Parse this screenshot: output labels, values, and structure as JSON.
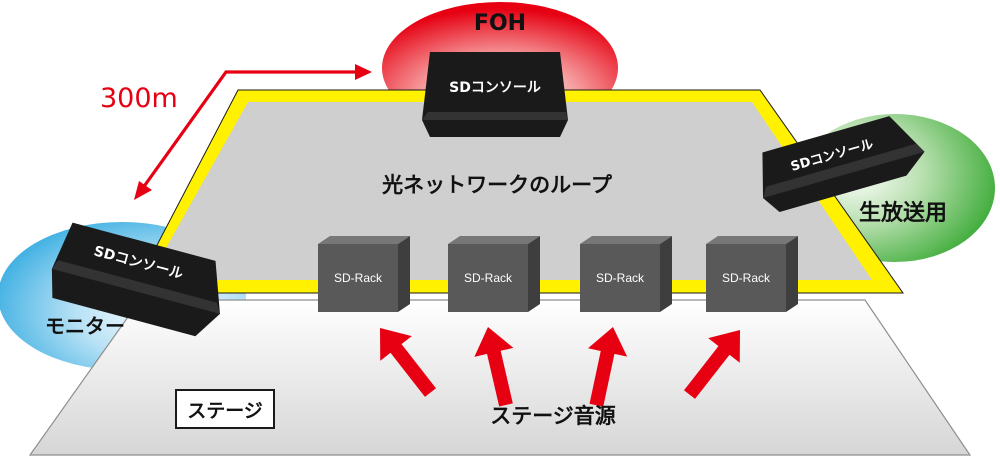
{
  "foh": {
    "label": "FOH",
    "console_label": "SDコンソール"
  },
  "broadcast": {
    "label": "生放送用",
    "console_label": "SDコンソール"
  },
  "monitor": {
    "label": "モニター",
    "console_label": "SDコンソール"
  },
  "distance_label": "300m",
  "network_label": "光ネットワークのループ",
  "racks": [
    "SD-Rack",
    "SD-Rack",
    "SD-Rack",
    "SD-Rack"
  ],
  "stage_label": "ステージ",
  "sources_label": "ステージ音源",
  "colors": {
    "foh_zone": "#e60012",
    "broadcast_zone": "#3aaa35",
    "monitor_zone": "#29a7df",
    "loop": "#fff100",
    "arrow": "#e60012",
    "console": "#1a1a1a",
    "rack": "#555555"
  }
}
